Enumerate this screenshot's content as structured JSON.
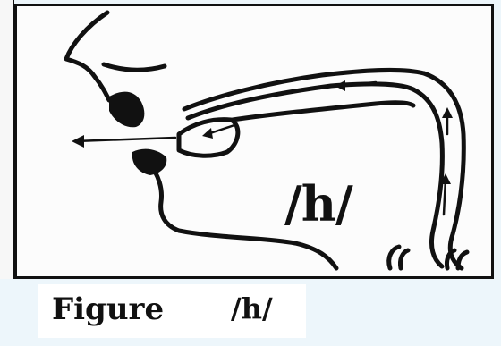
{
  "figure": {
    "phoneme_label": "/h/",
    "caption_word": "Figure",
    "caption_symbol": "/h/"
  }
}
